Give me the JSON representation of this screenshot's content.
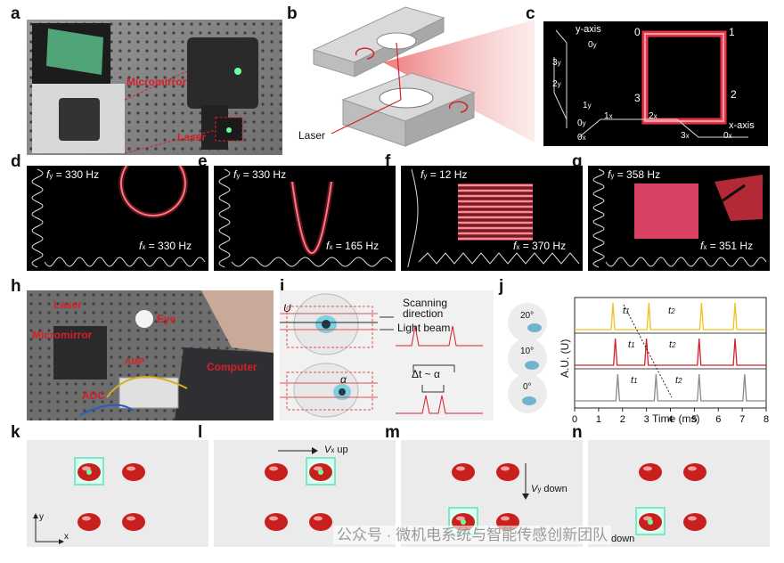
{
  "colors": {
    "laser_red": "#ff3b4d",
    "accent_red": "#d4202a",
    "green": "#3be07a",
    "yellow": "#f0c020",
    "gray": "#8a8a8a"
  },
  "panel_labels": {
    "a": "a",
    "b": "b",
    "c": "c",
    "d": "d",
    "e": "e",
    "f": "f",
    "g": "g",
    "h": "h",
    "i": "i",
    "j": "j",
    "k": "k",
    "l": "l",
    "m": "m",
    "n": "n"
  },
  "a": {
    "micromirror": "Micromirror",
    "laser": "Laser"
  },
  "b": {
    "laser": "Laser"
  },
  "c": {
    "y_axis": "y-axis",
    "x_axis": "x-axis",
    "corners": [
      "0",
      "1",
      "2",
      "3"
    ],
    "y_ticks": [
      "0",
      "1",
      "2",
      "3"
    ],
    "x_ticks": [
      "0",
      "1",
      "2",
      "3"
    ],
    "tick_sub_y": "y",
    "tick_sub_x": "x"
  },
  "lissajous": [
    {
      "id": "d",
      "fy": "330 Hz",
      "fx": "330 Hz"
    },
    {
      "id": "e",
      "fy": "330 Hz",
      "fx": "165 Hz"
    },
    {
      "id": "f",
      "fy": "12 Hz",
      "fx": "370 Hz"
    },
    {
      "id": "g",
      "fy": "358 Hz",
      "fx": "351 Hz"
    }
  ],
  "freq_prefix_y": "f",
  "freq_prefix_x": "f",
  "sub_y": "y",
  "sub_x": "x",
  "equals": "=",
  "h": {
    "laser": "Laser",
    "micromirror": "Micromirror",
    "eye": "Eye",
    "adc": "ADC",
    "computer": "Computer",
    "small_label": "AMP"
  },
  "i": {
    "u": "U",
    "scanning": "Scanning",
    "direction": "direction",
    "light_beam": "Light beam",
    "delta": "Δt ~ α",
    "alpha": "α"
  },
  "j": {
    "angles": [
      "20°",
      "10°",
      "0°"
    ],
    "t1": "t",
    "t2": "t",
    "t1_sub": "1",
    "t2_sub": "2",
    "ylabel": "A.U. (U)",
    "xlabel": "Time (ms)",
    "xticks": [
      "0",
      "1",
      "2",
      "3",
      "4",
      "5",
      "6",
      "7",
      "8"
    ]
  },
  "k_n": {
    "y": "y",
    "x": "x",
    "l_arrow": "V",
    "l_sub": "x",
    "l_dir": "up",
    "m_arrow": "V",
    "m_sub": "y",
    "m_dir": "down",
    "n_dir": "down"
  },
  "watermark": "公众号 · 微机电系统与智能传感创新团队"
}
